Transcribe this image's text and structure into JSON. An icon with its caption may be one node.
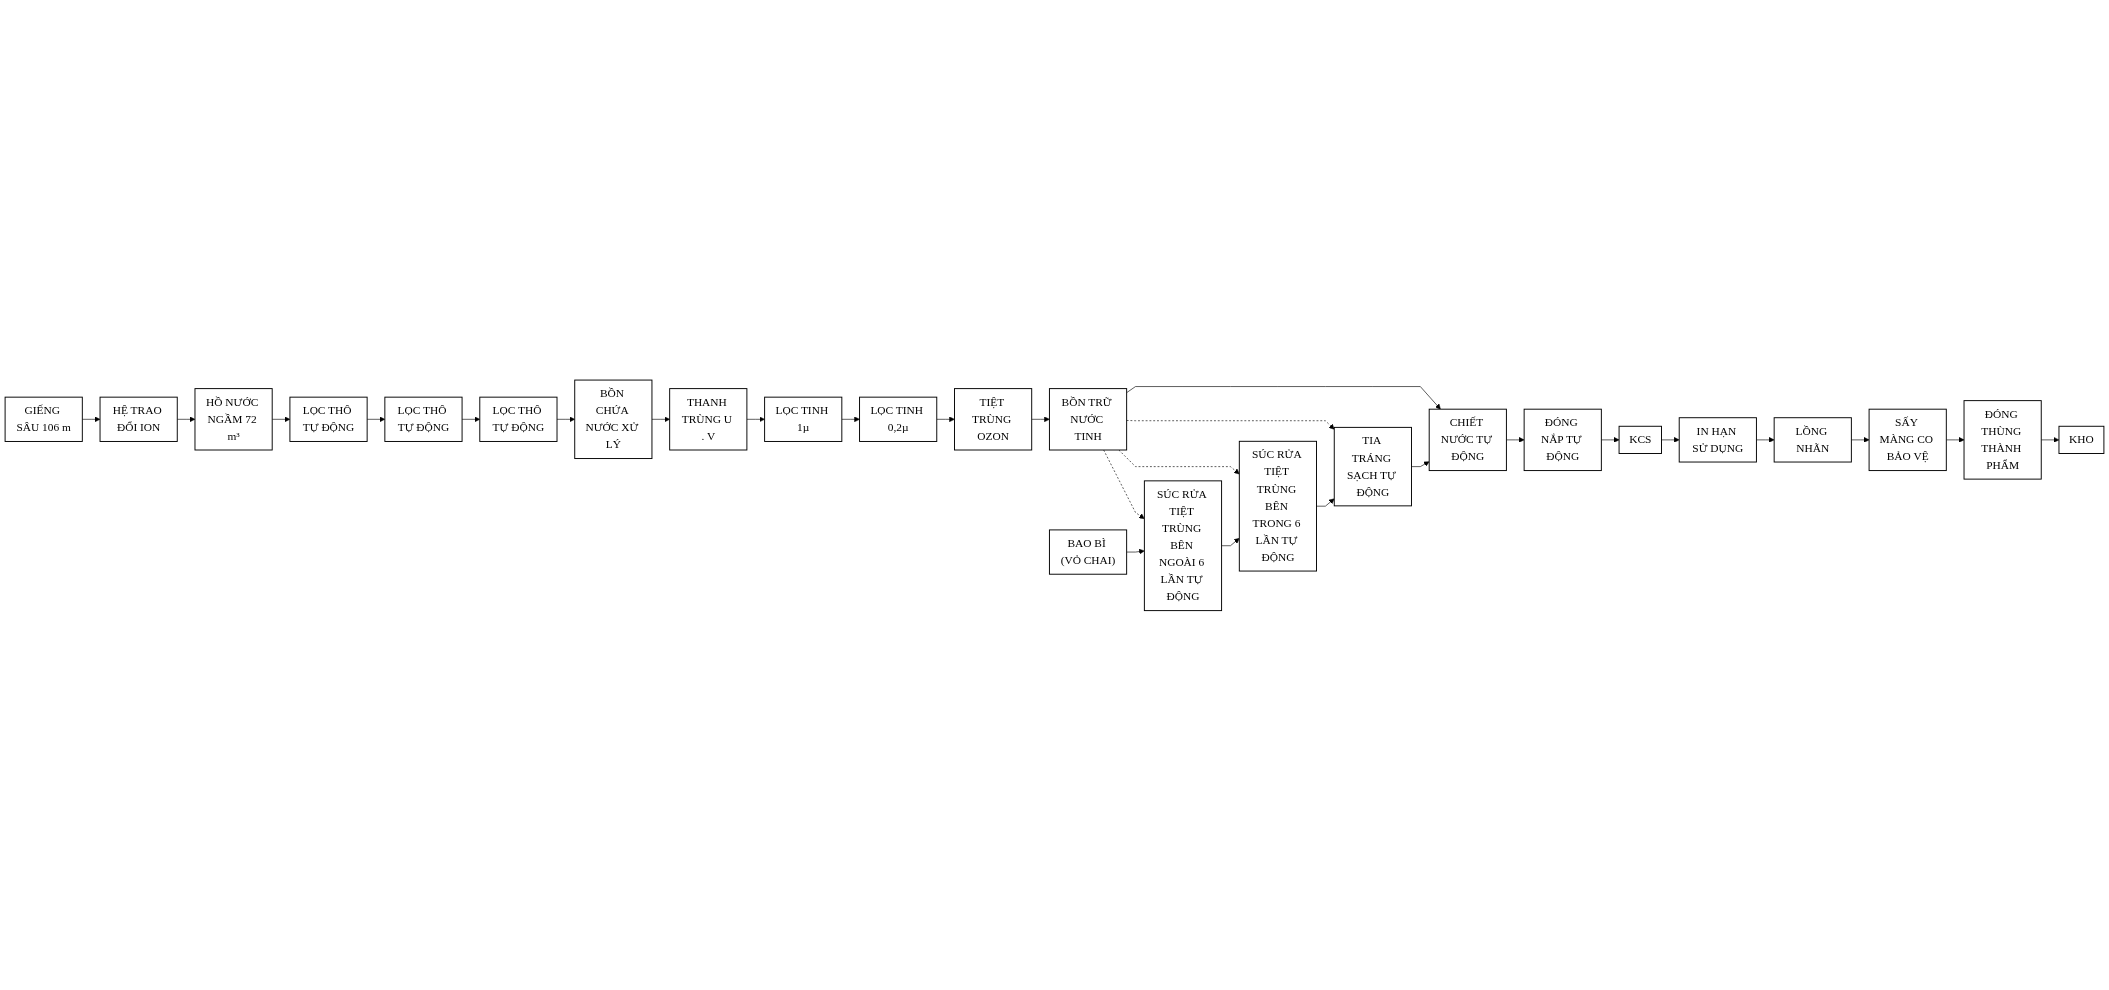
{
  "diagram": {
    "nodes": [
      {
        "text": [
          "GIẾNG SÂU 106 m"
        ]
      },
      {
        "text": [
          "HỆ TRAO ĐỔI ION"
        ]
      },
      {
        "text": [
          "HỒ NƯỚC NGẦM 72 m³"
        ]
      },
      {
        "text": [
          "LỌC THÔ TỰ ĐỘNG"
        ]
      },
      {
        "text": [
          "LỌC THÔ TỰ ĐỘNG"
        ]
      },
      {
        "text": [
          "LỌC THÔ TỰ ĐỘNG"
        ]
      },
      {
        "text": [
          "BỒN CHỨA NƯỚC XỬ LÝ"
        ]
      },
      {
        "text": [
          "THANH TRÙNG U . V"
        ]
      },
      {
        "text": [
          "LỌC TINH 1µ"
        ]
      },
      {
        "text": [
          "LỌC TINH 0,2µ"
        ]
      },
      {
        "text": [
          "TIỆT TRÙNG OZON"
        ]
      },
      {
        "text": [
          "BỒN TRỮ NƯỚC TINH"
        ]
      },
      {
        "text": [
          "BAO BÌ (VỎ CHAI)"
        ]
      },
      {
        "text": [
          "SÚC RỬA TIỆT TRÙNG BÊN NGOÀI 6 LẦN TỰ ĐỘNG"
        ]
      },
      {
        "text": [
          "SÚC RỬA TIỆT TRÙNG BÊN TRONG 6 LẦN TỰ ĐỘNG"
        ]
      },
      {
        "text": [
          "TIA TRÁNG SẠCH TỰ ĐỘNG"
        ]
      },
      {
        "text": [
          "CHIẾT NƯỚC TỰ ĐỘNG"
        ]
      },
      {
        "text": [
          "ĐÓNG NẮP TỰ ĐỘNG"
        ]
      },
      {
        "text": [
          "KCS"
        ]
      },
      {
        "text": [
          "IN HẠN SỬ DỤNG"
        ]
      },
      {
        "text": [
          "LỒNG NHÃN"
        ]
      },
      {
        "text": [
          "SẤY MÀNG CO BẢO VỆ"
        ]
      },
      {
        "text": [
          "ĐÓNG THÙNG THÀNH PHẨM"
        ]
      },
      {
        "text": [
          "KHO"
        ]
      }
    ],
    "edges": [
      {
        "from": 0,
        "to": 1,
        "arrow": "to"
      },
      {
        "from": 1,
        "to": 2,
        "arrow": "to"
      },
      {
        "from": 2,
        "to": 3,
        "arrow": "to"
      },
      {
        "from": 3,
        "to": 4,
        "arrow": "to"
      },
      {
        "from": 4,
        "to": 5,
        "arrow": "to"
      },
      {
        "from": 5,
        "to": 6,
        "arrow": "to"
      },
      {
        "from": 6,
        "to": 7,
        "arrow": "to"
      },
      {
        "from": 7,
        "to": 8,
        "arrow": "to"
      },
      {
        "from": 8,
        "to": 9,
        "arrow": "to"
      },
      {
        "from": 9,
        "to": 10,
        "arrow": "to"
      },
      {
        "from": 10,
        "to": 11,
        "arrow": "to"
      },
      {
        "from": 11,
        "to": 13,
        "arrow": "to",
        "style": "dashed"
      },
      {
        "from": 11,
        "to": 14,
        "arrow": "to",
        "style": "dashed"
      },
      {
        "from": 11,
        "to": 15,
        "arrow": "to",
        "style": "dashed"
      },
      {
        "from": 11,
        "to": 16,
        "arrow": "to"
      },
      {
        "from": 12,
        "to": 13,
        "arrow": "to"
      },
      {
        "from": 13,
        "to": 14,
        "arrow": "to"
      },
      {
        "from": 14,
        "to": 15,
        "arrow": "to"
      },
      {
        "from": 15,
        "to": 16,
        "arrow": "to"
      },
      {
        "from": 16,
        "to": 17,
        "arrow": "to"
      },
      {
        "from": 17,
        "to": 18,
        "arrow": "to"
      },
      {
        "from": 18,
        "to": 19,
        "arrow": "to"
      },
      {
        "from": 19,
        "to": 20,
        "arrow": "to"
      },
      {
        "from": 20,
        "to": 21,
        "arrow": "to"
      },
      {
        "from": 21,
        "to": 22,
        "arrow": "to"
      },
      {
        "from": 22,
        "to": 23,
        "arrow": "to"
      }
    ]
  }
}
